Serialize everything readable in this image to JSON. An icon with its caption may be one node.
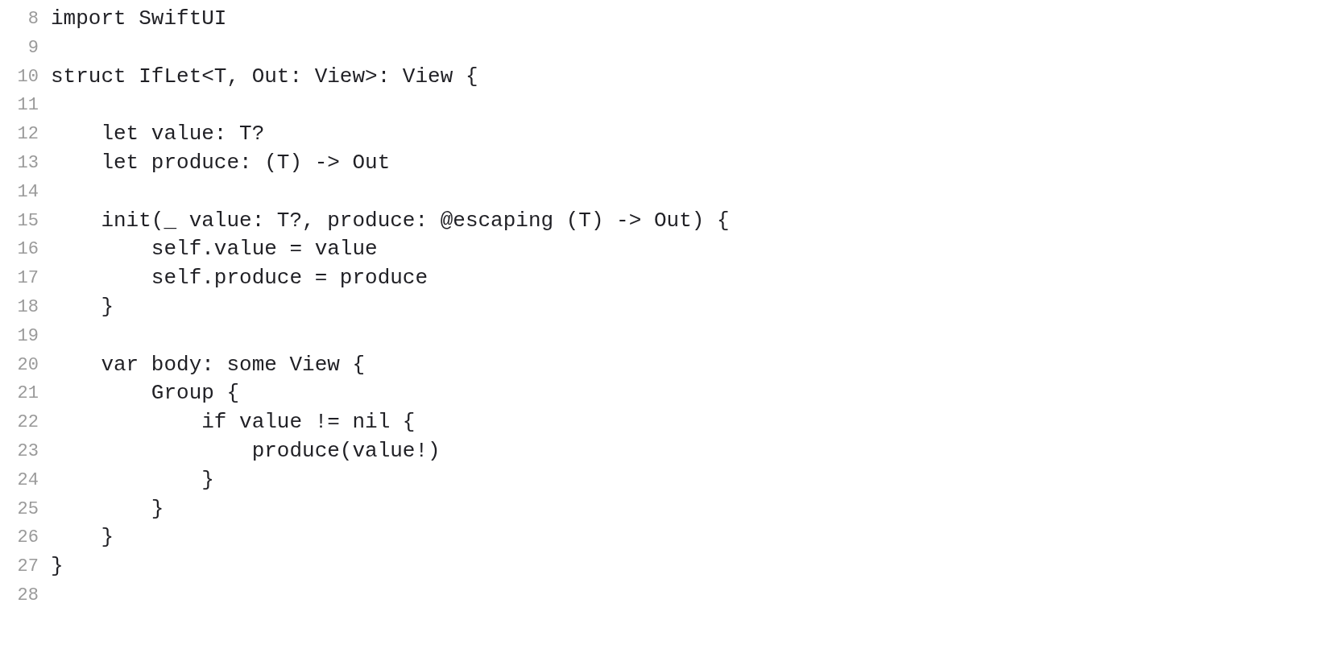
{
  "diagram": {
    "labels": [
      "8",
      "import SwiftUI",
      "9",
      "10",
      "struct IfLet<T, Out: View>: View {",
      "11",
      "12",
      "    let value: T?",
      "13",
      "    let produce: (T) -> Out",
      "14",
      "15",
      "    init(_ value: T?, produce: @escaping (T) -> Out) {",
      "16",
      "        self.value = value",
      "17",
      "        self.produce = produce",
      "18",
      "    }",
      "19",
      "20",
      "    var body: some View {",
      "21",
      "        Group {",
      "22",
      "            if value != nil {",
      "23",
      "                produce(value!)",
      "24",
      "            }",
      "25",
      "        }",
      "26",
      "    }",
      "27",
      "}",
      "28"
    ]
  }
}
